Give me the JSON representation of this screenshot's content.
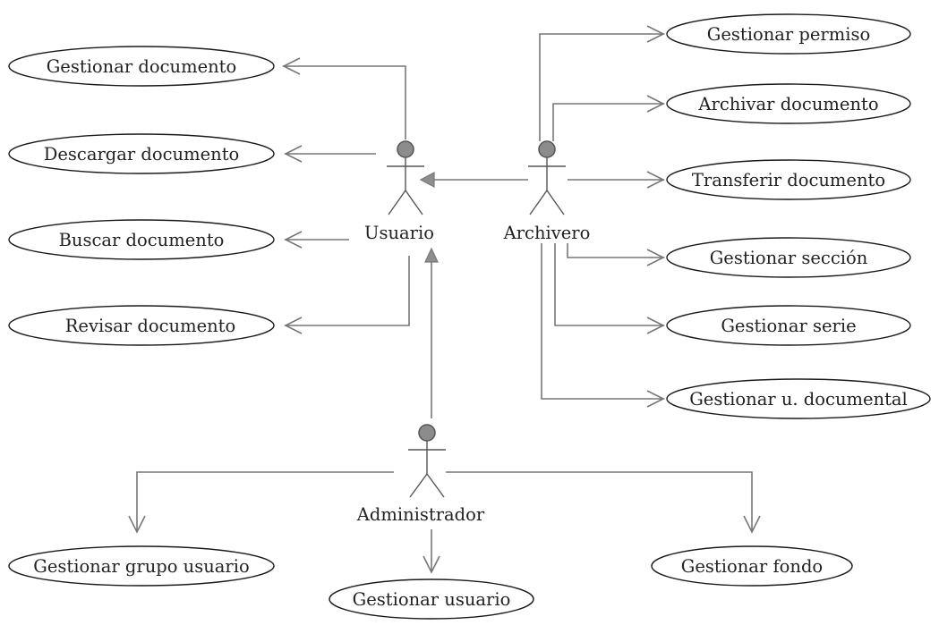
{
  "actors": {
    "usuario": "Usuario",
    "archivero": "Archivero",
    "administrador": "Administrador"
  },
  "use_cases": {
    "gestionar_documento": "Gestionar documento",
    "descargar_documento": "Descargar documento",
    "buscar_documento": "Buscar documento",
    "revisar_documento": "Revisar documento",
    "gestionar_permiso": "Gestionar permiso",
    "archivar_documento": "Archivar documento",
    "transferir_documento": "Transferir documento",
    "gestionar_seccion": "Gestionar sección",
    "gestionar_serie": "Gestionar serie",
    "gestionar_u_documental": "Gestionar u. documental",
    "gestionar_grupo_usuario": "Gestionar grupo usuario",
    "gestionar_usuario": "Gestionar usuario",
    "gestionar_fondo": "Gestionar fondo"
  },
  "relations": [
    {
      "from": "usuario",
      "to": "gestionar_documento"
    },
    {
      "from": "usuario",
      "to": "descargar_documento"
    },
    {
      "from": "usuario",
      "to": "buscar_documento"
    },
    {
      "from": "usuario",
      "to": "revisar_documento"
    },
    {
      "from": "archivero",
      "to": "usuario",
      "kind": "generalization"
    },
    {
      "from": "administrador",
      "to": "usuario",
      "kind": "generalization"
    },
    {
      "from": "archivero",
      "to": "gestionar_permiso"
    },
    {
      "from": "archivero",
      "to": "archivar_documento"
    },
    {
      "from": "archivero",
      "to": "transferir_documento"
    },
    {
      "from": "archivero",
      "to": "gestionar_seccion"
    },
    {
      "from": "archivero",
      "to": "gestionar_serie"
    },
    {
      "from": "archivero",
      "to": "gestionar_u_documental"
    },
    {
      "from": "administrador",
      "to": "gestionar_grupo_usuario"
    },
    {
      "from": "administrador",
      "to": "gestionar_usuario"
    },
    {
      "from": "administrador",
      "to": "gestionar_fondo"
    }
  ]
}
